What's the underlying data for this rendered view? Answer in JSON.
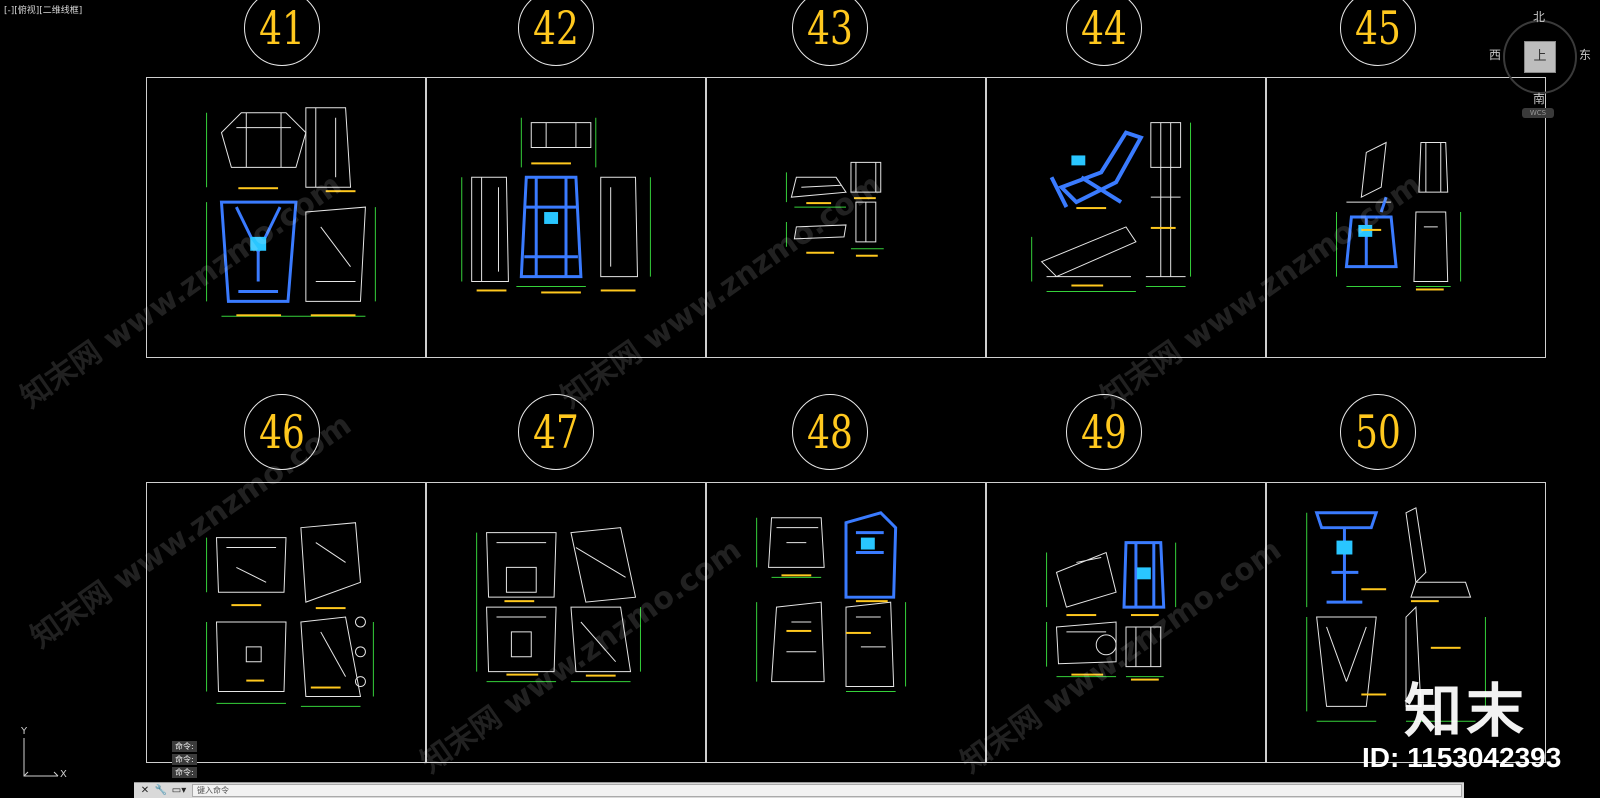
{
  "view_label": "[-][俯视][二维线框]",
  "circle_numbers": [
    "41",
    "42",
    "43",
    "44",
    "45",
    "46",
    "47",
    "48",
    "49",
    "50"
  ],
  "navcube": {
    "north": "北",
    "south": "南",
    "east": "东",
    "west": "西",
    "face": "上",
    "wcs": "WCS"
  },
  "ucs": {
    "x": "X",
    "y": "Y"
  },
  "command_history": [
    "命令:",
    "命令:",
    "命令:"
  ],
  "command_bar": {
    "close": "✕",
    "tools": "🔧",
    "placeholder": "键入命令"
  },
  "watermark_text": "知末网 www.znzmo.com",
  "logo_text": "知末",
  "id_text": "ID: 1153042393",
  "colors": {
    "background": "#000000",
    "number": "#ffc81e",
    "frame": "#cfcfcf",
    "highlight": "#3a7bff",
    "dimension": "#35d13a"
  }
}
